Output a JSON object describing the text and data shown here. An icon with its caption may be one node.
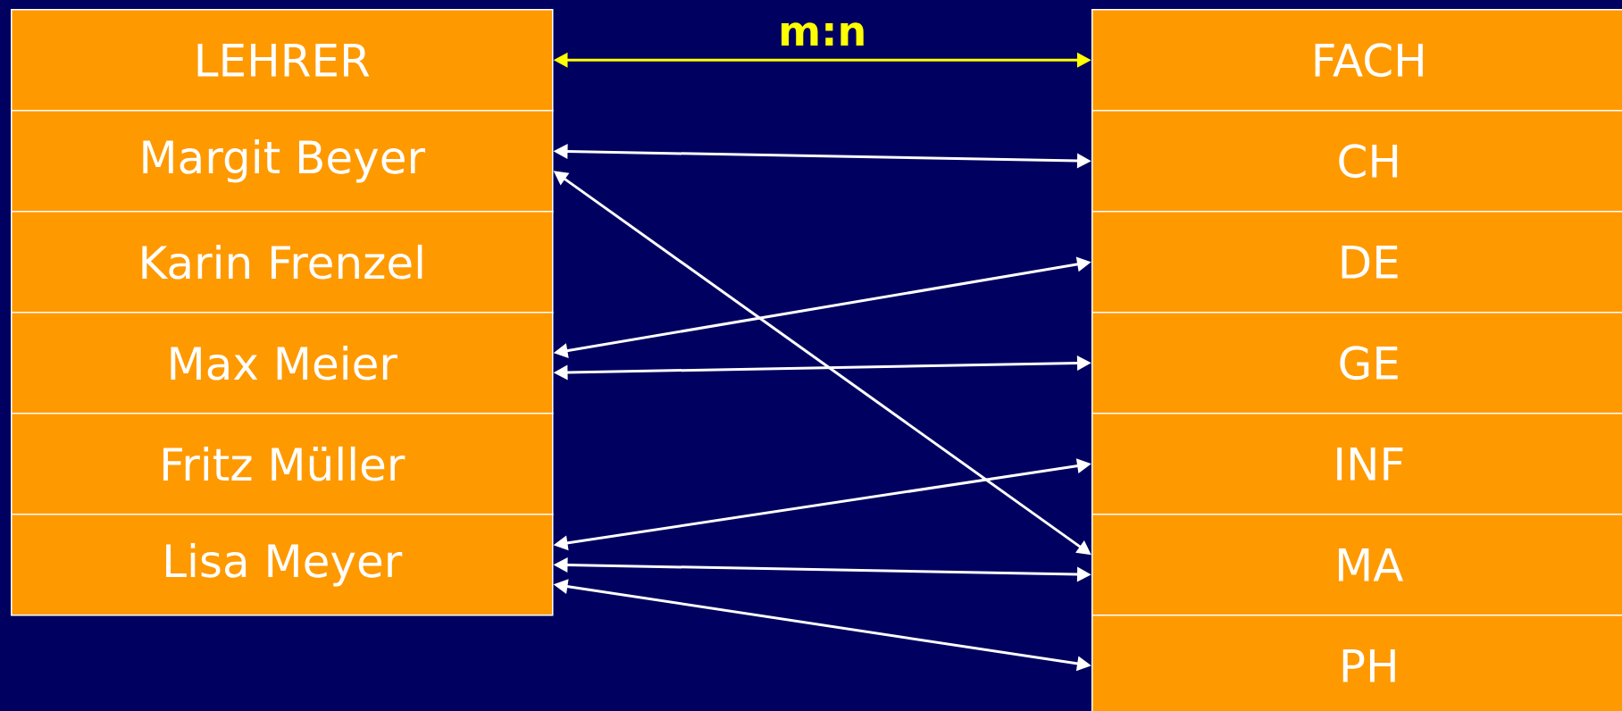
{
  "diagram": {
    "nodes": [
      {
        "text": [
          "LEHRER"
        ]
      },
      {
        "text": [
          "Margit Beyer"
        ]
      },
      {
        "text": [
          "Karin Frenzel"
        ]
      },
      {
        "text": [
          "Max Meier"
        ]
      },
      {
        "text": [
          "Fritz Müller"
        ]
      },
      {
        "text": [
          "Lisa Meyer"
        ]
      },
      {
        "text": [
          "FACH"
        ]
      },
      {
        "text": [
          "CH"
        ]
      },
      {
        "text": [
          "DE"
        ]
      },
      {
        "text": [
          "GE"
        ]
      },
      {
        "text": [
          "INF"
        ]
      },
      {
        "text": [
          "MA"
        ]
      },
      {
        "text": [
          "PH"
        ]
      }
    ],
    "edges": [
      {
        "from": 0,
        "to": 6,
        "arrow": "both",
        "label": "m:n",
        "color": "#ffff00"
      },
      {
        "from": 1,
        "to": 7,
        "arrow": "both"
      },
      {
        "from": 1,
        "to": 11,
        "arrow": "both"
      },
      {
        "from": 3,
        "to": 8,
        "arrow": "both"
      },
      {
        "from": 3,
        "to": 9,
        "arrow": "both"
      },
      {
        "from": 5,
        "to": 10,
        "arrow": "both"
      },
      {
        "from": 5,
        "to": 11,
        "arrow": "both"
      },
      {
        "from": 5,
        "to": 12,
        "arrow": "both"
      }
    ]
  }
}
